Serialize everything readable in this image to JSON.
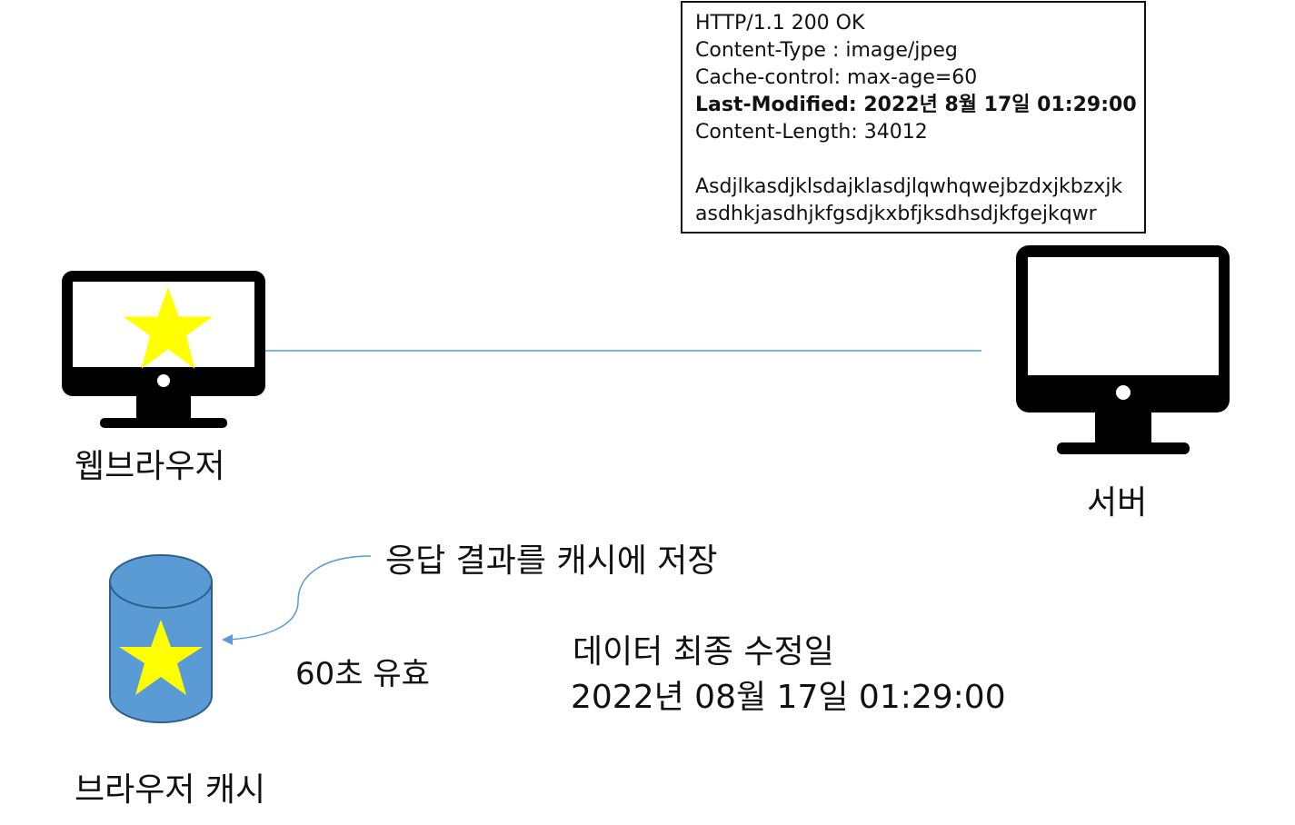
{
  "response": {
    "status_line": "HTTP/1.1 200 OK",
    "content_type": "Content-Type : image/jpeg",
    "cache_control": "Cache-control: max-age=60",
    "last_modified": "Last-Modified: 2022년  8월  17일  01:29:00",
    "content_length": "Content-Length:  34012",
    "body_line1": "Asdjlkasdjklsdajklasdjlqwhqwejbzdxjkbzxjk",
    "body_line2": "asdhkjasdhjkfgsdjkxbfjksdhsdjkfgejkqwr"
  },
  "labels": {
    "browser": "웹브라우저",
    "server": "서버",
    "store_in_cache": "응답  결과를  캐시에  저장",
    "valid_60s": "60초  유효",
    "last_modified_title": "데이터  최종  수정일",
    "last_modified_value": "2022년  08월  17일  01:29:00",
    "browser_cache": "브라우저  캐시"
  },
  "colors": {
    "monitor": "#000000",
    "star": "#ffff00",
    "cylinder_fill": "#5b9bd5",
    "cylinder_stroke": "#2e5f8a",
    "connector": "#5b9bd5"
  }
}
